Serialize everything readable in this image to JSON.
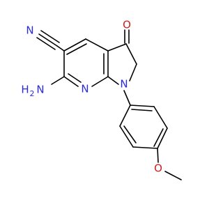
{
  "molecule": {
    "atoms": {
      "cn_nitrogen": "N",
      "amino_h": "H",
      "amino_h2": "2",
      "amino_n": "N",
      "pyridine_n": "N",
      "pyrrole_n": "N",
      "ketone_o": "O",
      "methoxy_o": "O"
    },
    "colors": {
      "nitrogen": "#2b2bd6",
      "oxygen": "#d02020",
      "carbon": "#000000"
    }
  }
}
